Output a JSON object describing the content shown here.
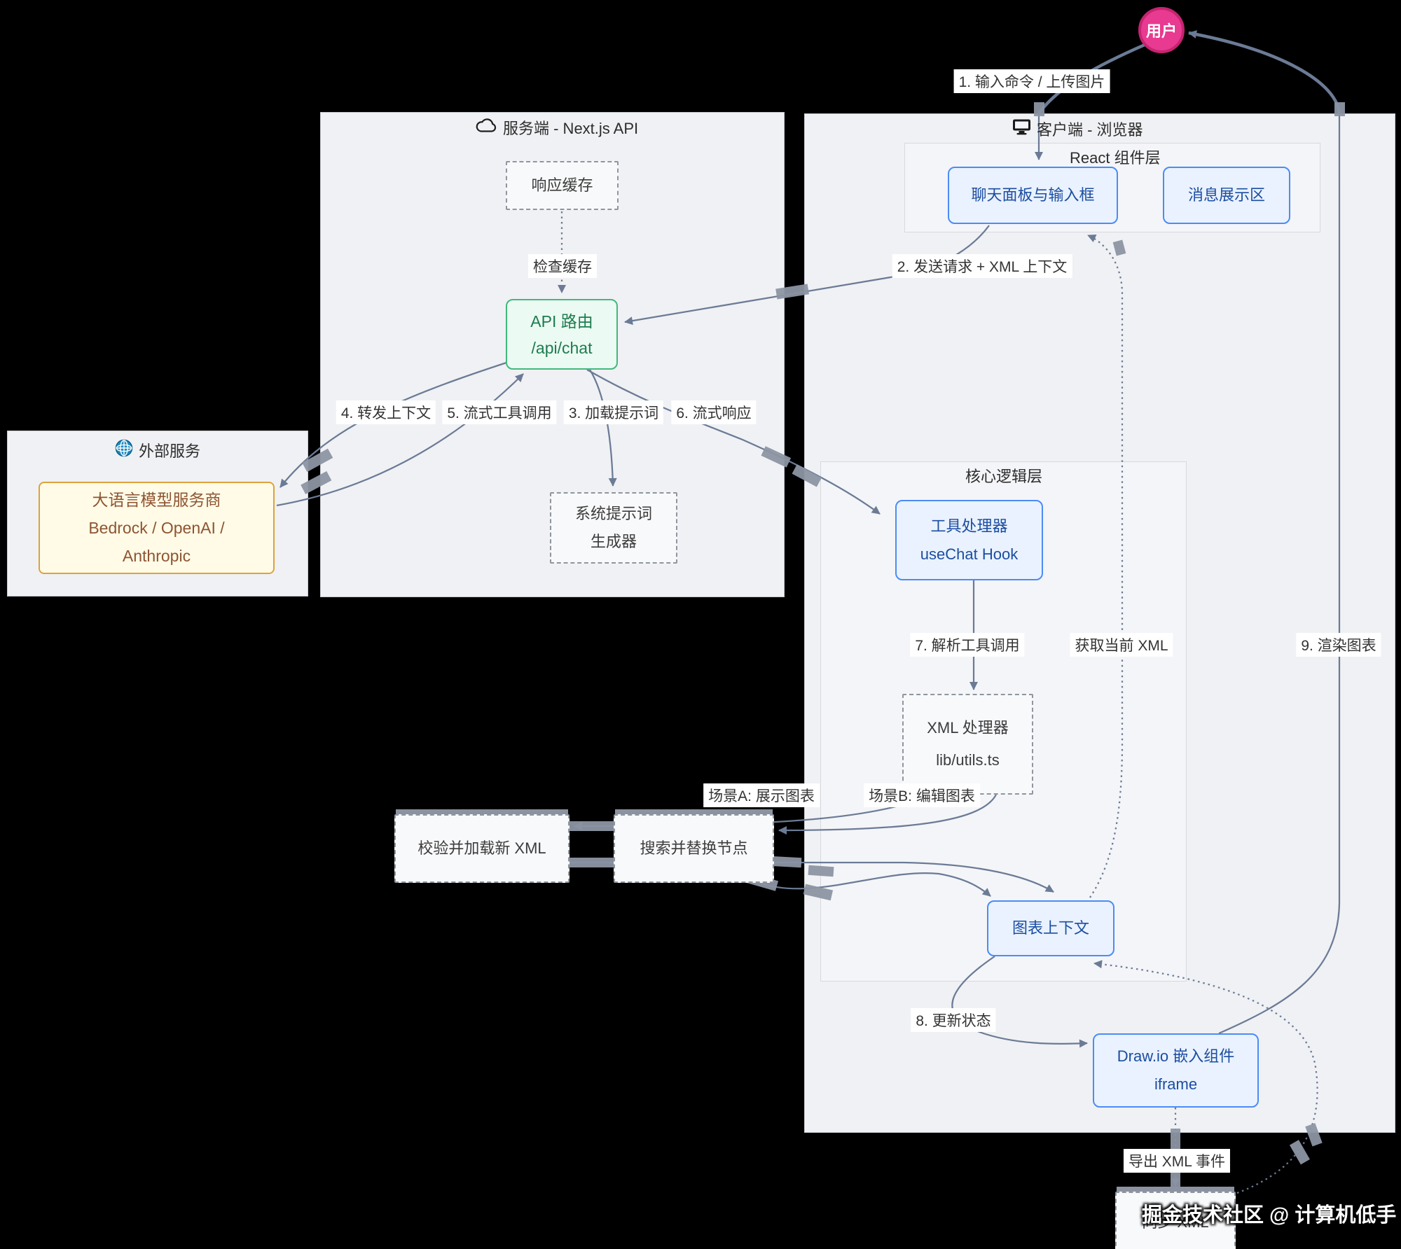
{
  "diagram": {
    "user_label": "用户",
    "watermark": "掘金技术社区 @ 计算机低手"
  },
  "containers": {
    "server": "服务端 - Next.js API",
    "client": "客户端 - 浏览器",
    "external": "外部服务",
    "react_layer": "React 组件层",
    "core_layer": "核心逻辑层"
  },
  "nodes": {
    "response_cache": "响应缓存",
    "api_route_1": "API 路由",
    "api_route_2": "/api/chat",
    "prompt_gen_1": "系统提示词",
    "prompt_gen_2": "生成器",
    "llm_1": "大语言模型服务商",
    "llm_2": "Bedrock / OpenAI /",
    "llm_3": "Anthropic",
    "chat_panel": "聊天面板与输入框",
    "message_area": "消息展示区",
    "tool_handler_1": "工具处理器",
    "tool_handler_2": "useChat Hook",
    "xml_processor_1": "XML 处理器",
    "xml_processor_2": "lib/utils.ts",
    "validate_load": "校验并加载新 XML",
    "search_replace": "搜索并替换节点",
    "diagram_context": "图表上下文",
    "drawio_1": "Draw.io 嵌入组件",
    "drawio_2": "iframe",
    "sync_xml": "同步 XML"
  },
  "edge_labels": {
    "e1": "1. 输入命令 / 上传图片",
    "e2": "2. 发送请求 + XML 上下文",
    "e3": "3. 加载提示词",
    "e4": "4. 转发上下文",
    "e5": "5. 流式工具调用",
    "e6": "6. 流式响应",
    "e7": "7. 解析工具调用",
    "e8": "8. 更新状态",
    "e9": "9. 渲染图表",
    "check_cache": "检查缓存",
    "get_current_xml": "获取当前 XML",
    "scene_a": "场景A: 展示图表",
    "scene_b": "场景B: 编辑图表",
    "export_xml": "导出 XML 事件"
  },
  "colors": {
    "background": "#000000",
    "edge": "#6b7b96",
    "node_blue_border": "#4b8cf5",
    "node_green_border": "#41b97d",
    "node_orange_border": "#dfa23a",
    "user_pink": "#e83a90",
    "container_fill": "#f0f1f4"
  }
}
